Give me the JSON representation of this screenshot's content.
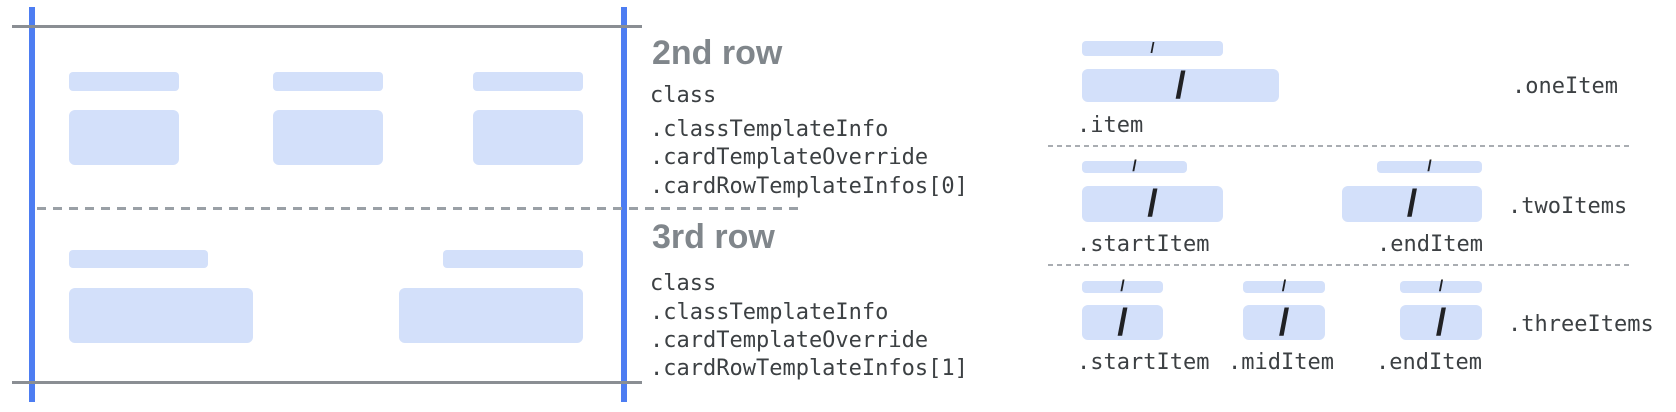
{
  "glyphs": {
    "slash": "/"
  },
  "colors": {
    "bar_blue": "#d3e0fa",
    "edge_blue": "#4d7df2",
    "line_gray": "#8a8e93",
    "dash_gray": "#9aa0a6",
    "dot_gray": "#a9adb2",
    "heading_gray": "#80868b",
    "code_dark": "#3c4043"
  },
  "left_panel": {
    "rows": [
      {
        "heading": "2nd row",
        "code_lines": [
          "class",
          ".classTemplateInfo",
          ".cardTemplateOverride",
          ".cardRowTemplateInfos[0]"
        ]
      },
      {
        "heading": "3rd row",
        "code_lines": [
          "class",
          ".classTemplateInfo",
          ".cardTemplateOverride",
          ".cardRowTemplateInfos[1]"
        ]
      }
    ]
  },
  "right_panel": {
    "templates": [
      {
        "name": ".oneItem",
        "item_labels": [
          ".item"
        ]
      },
      {
        "name": ".twoItems",
        "item_labels": [
          ".startItem",
          ".endItem"
        ]
      },
      {
        "name": ".threeItems",
        "item_labels": [
          ".startItem",
          ".midItem",
          ".endItem"
        ]
      }
    ]
  }
}
